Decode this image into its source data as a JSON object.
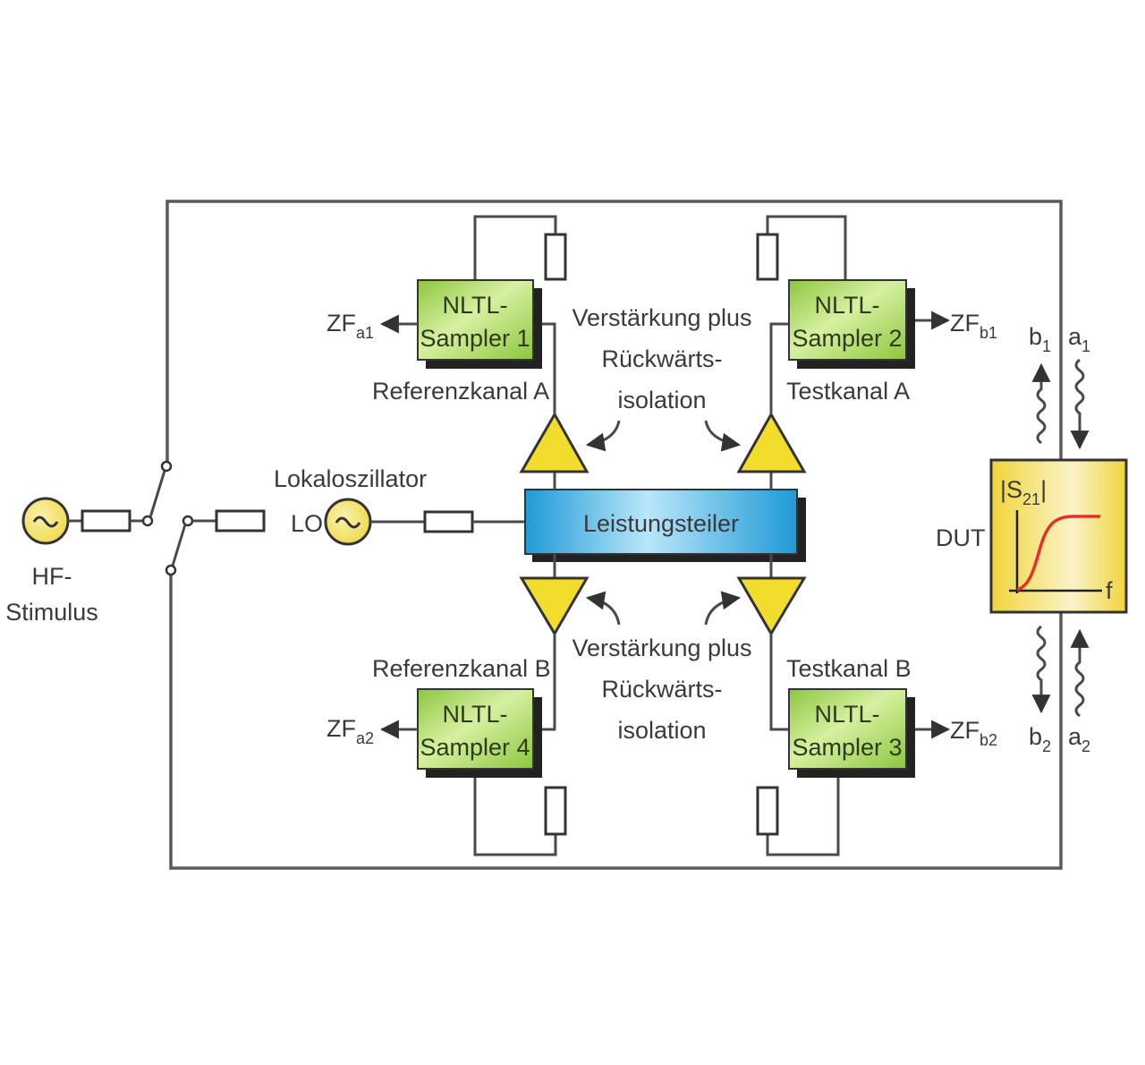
{
  "diagram": {
    "title": "Vector network analyzer block diagram with NLTL samplers",
    "colors": {
      "sampler_fill": "#9fd64a",
      "amplifier_fill": "#f2dc2c",
      "power_divider_fill": "#2aa6e0",
      "source_fill": "#f3e27a",
      "dut_fill": "#f4dc50",
      "curve": "#e8302a",
      "line": "#4a4a4a"
    },
    "sources": {
      "hf": {
        "label_line1": "HF-",
        "label_line2": "Stimulus",
        "icon": "sine-wave-icon"
      },
      "lo": {
        "label_top": "Lokaloszillator",
        "label_left": "LO",
        "icon": "sine-wave-icon"
      }
    },
    "power_divider": {
      "label": "Leistungsteiler"
    },
    "samplers": [
      {
        "line1": "NLTL-",
        "line2": "Sampler 1",
        "channel": "Referenzkanal A",
        "if_main": "ZF",
        "if_sub": "a1"
      },
      {
        "line1": "NLTL-",
        "line2": "Sampler 2",
        "channel": "Testkanal A",
        "if_main": "ZF",
        "if_sub": "b1"
      },
      {
        "line1": "NLTL-",
        "line2": "Sampler 3",
        "channel": "Testkanal B",
        "if_main": "ZF",
        "if_sub": "b2"
      },
      {
        "line1": "NLTL-",
        "line2": "Sampler 4",
        "channel": "Referenzkanal B",
        "if_main": "ZF",
        "if_sub": "a2"
      }
    ],
    "annotations": {
      "top": {
        "line1": "Verstärkung plus",
        "line2": "Rückwärts-",
        "line3": "isolation"
      },
      "bottom": {
        "line1": "Verstärkung plus",
        "line2": "Rückwärts-",
        "line3": "isolation"
      }
    },
    "dut": {
      "label": "DUT",
      "plot_label_main": "|S",
      "plot_label_sub": "21",
      "plot_label_end": "|",
      "x_axis_label": "f"
    },
    "waves": {
      "b1": {
        "main": "b",
        "sub": "1"
      },
      "a1": {
        "main": "a",
        "sub": "1"
      },
      "b2": {
        "main": "b",
        "sub": "2"
      },
      "a2": {
        "main": "a",
        "sub": "2"
      }
    }
  }
}
